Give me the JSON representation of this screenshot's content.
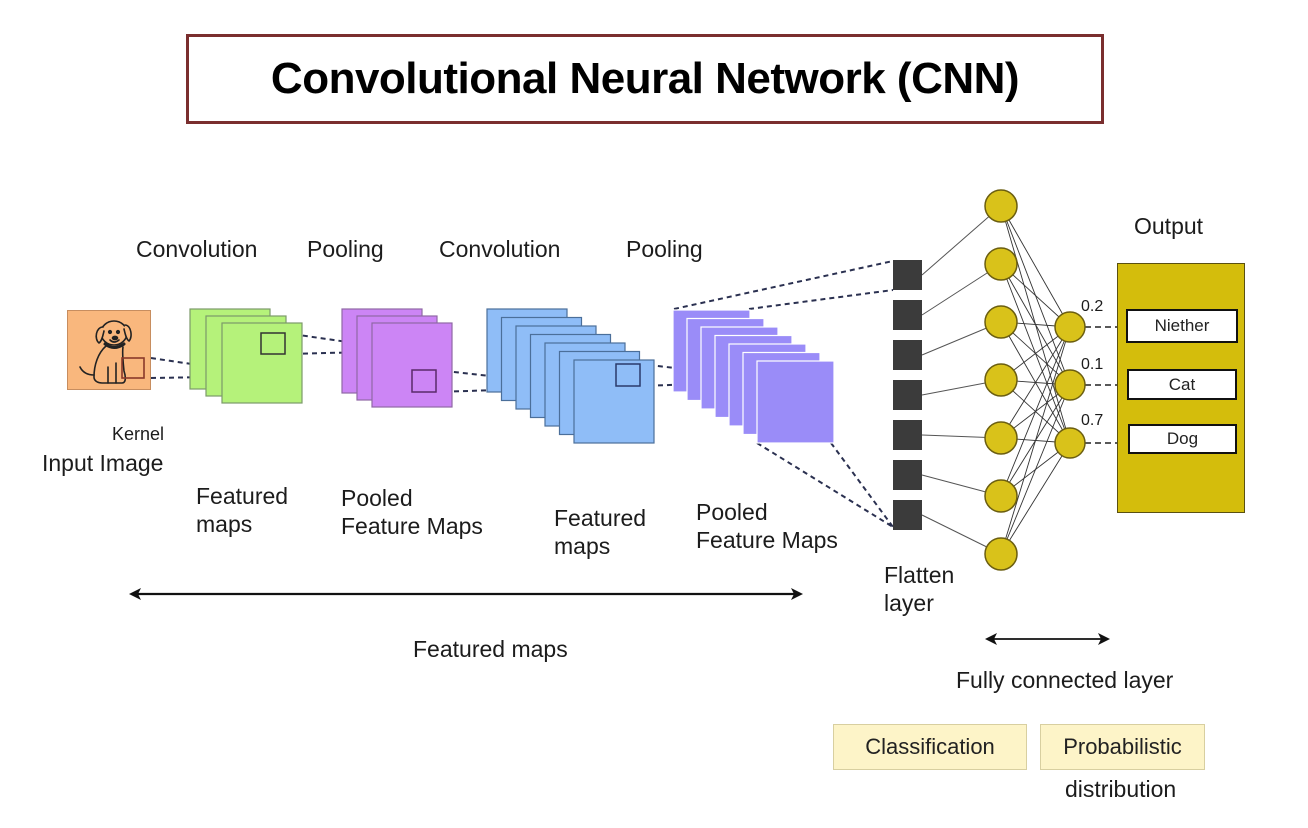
{
  "title": "Convolutional Neural Network (CNN)",
  "colors": {
    "title_border": "#7a2e2e",
    "input_image": "#f9b77d",
    "conv1_maps": "#b5f27a",
    "pool1_maps": "#cc85f5",
    "conv2_maps": "#8fbdf7",
    "pool2_maps": "#9a8cf8",
    "flatten": "#3b3b3b",
    "neuron": "#d9c21a",
    "output_box": "#d4bd0c",
    "tag_bg": "#fdf4c8"
  },
  "stages": {
    "conv1_header": "Convolution",
    "pool1_header": "Pooling",
    "conv2_header": "Convolution",
    "pool2_header": "Pooling",
    "output_header": "Output"
  },
  "labels": {
    "kernel": "Kernel",
    "input_image": "Input Image",
    "featured_maps_1_line1": "Featured",
    "featured_maps_1_line2": "maps",
    "pooled_1_line1": "Pooled",
    "pooled_1_line2": "Feature Maps",
    "featured_maps_2_line1": "Featured",
    "featured_maps_2_line2": "maps",
    "pooled_2_line1": "Pooled",
    "pooled_2_line2": "Feature Maps",
    "flatten_line1": "Flatten",
    "flatten_line2": "layer",
    "featured_maps_span": "Featured maps",
    "fully_connected": "Fully connected layer",
    "classification": "Classification",
    "probabilistic_line1": "Probabilistic",
    "probabilistic_line2": "distribution"
  },
  "network": {
    "feature_map_counts": {
      "conv1": 3,
      "pool1": 3,
      "conv2": 7,
      "pool2": 7
    },
    "flatten_units": 7,
    "hidden_units": 7,
    "output_units": 3
  },
  "outputs": [
    {
      "label": "Niether",
      "probability": "0.2"
    },
    {
      "label": "Cat",
      "probability": "0.1"
    },
    {
      "label": "Dog",
      "probability": "0.7"
    }
  ],
  "icons": {
    "input_image": "dog-illustration-icon"
  }
}
